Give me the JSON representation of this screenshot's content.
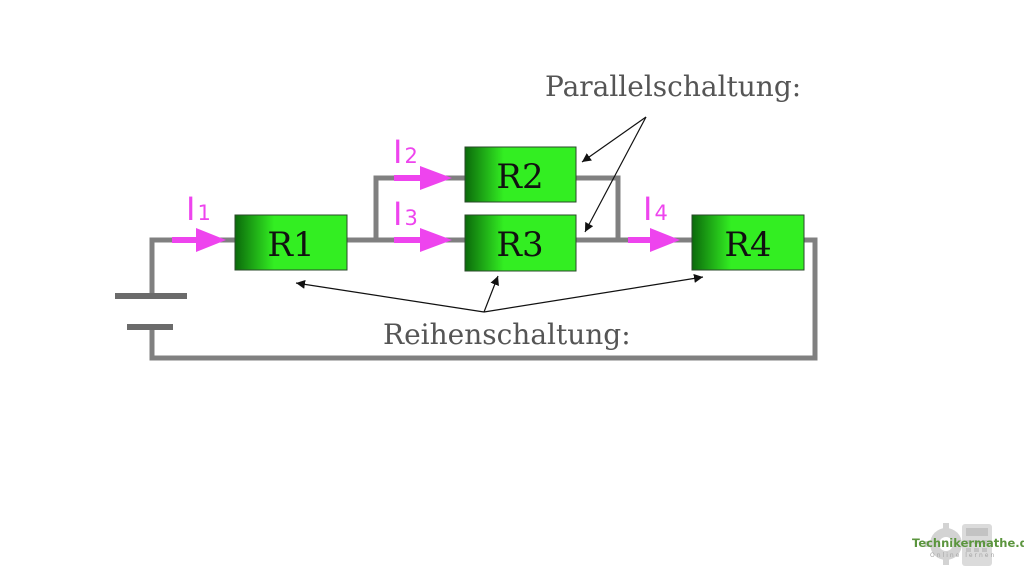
{
  "resistors": [
    {
      "id": "r1",
      "label": "R1"
    },
    {
      "id": "r2",
      "label": "R2"
    },
    {
      "id": "r3",
      "label": "R3"
    },
    {
      "id": "r4",
      "label": "R4"
    }
  ],
  "currents": [
    {
      "id": "i1",
      "main": "I",
      "sub": "1"
    },
    {
      "id": "i2",
      "main": "I",
      "sub": "2"
    },
    {
      "id": "i3",
      "main": "I",
      "sub": "3"
    },
    {
      "id": "i4",
      "main": "I",
      "sub": "4"
    }
  ],
  "annotations": {
    "parallel": "Parallelschaltung:",
    "series": "Reihenschaltung:"
  },
  "logo": {
    "text": "Technikermathe.de",
    "subtext": "Online lernen"
  },
  "colors": {
    "wire": "#808080",
    "current_arrow": "#ee44ee",
    "resistor_fill_light": "#33ee22",
    "resistor_fill_dark": "#0b6a0b",
    "annotation_text": "#555555"
  }
}
